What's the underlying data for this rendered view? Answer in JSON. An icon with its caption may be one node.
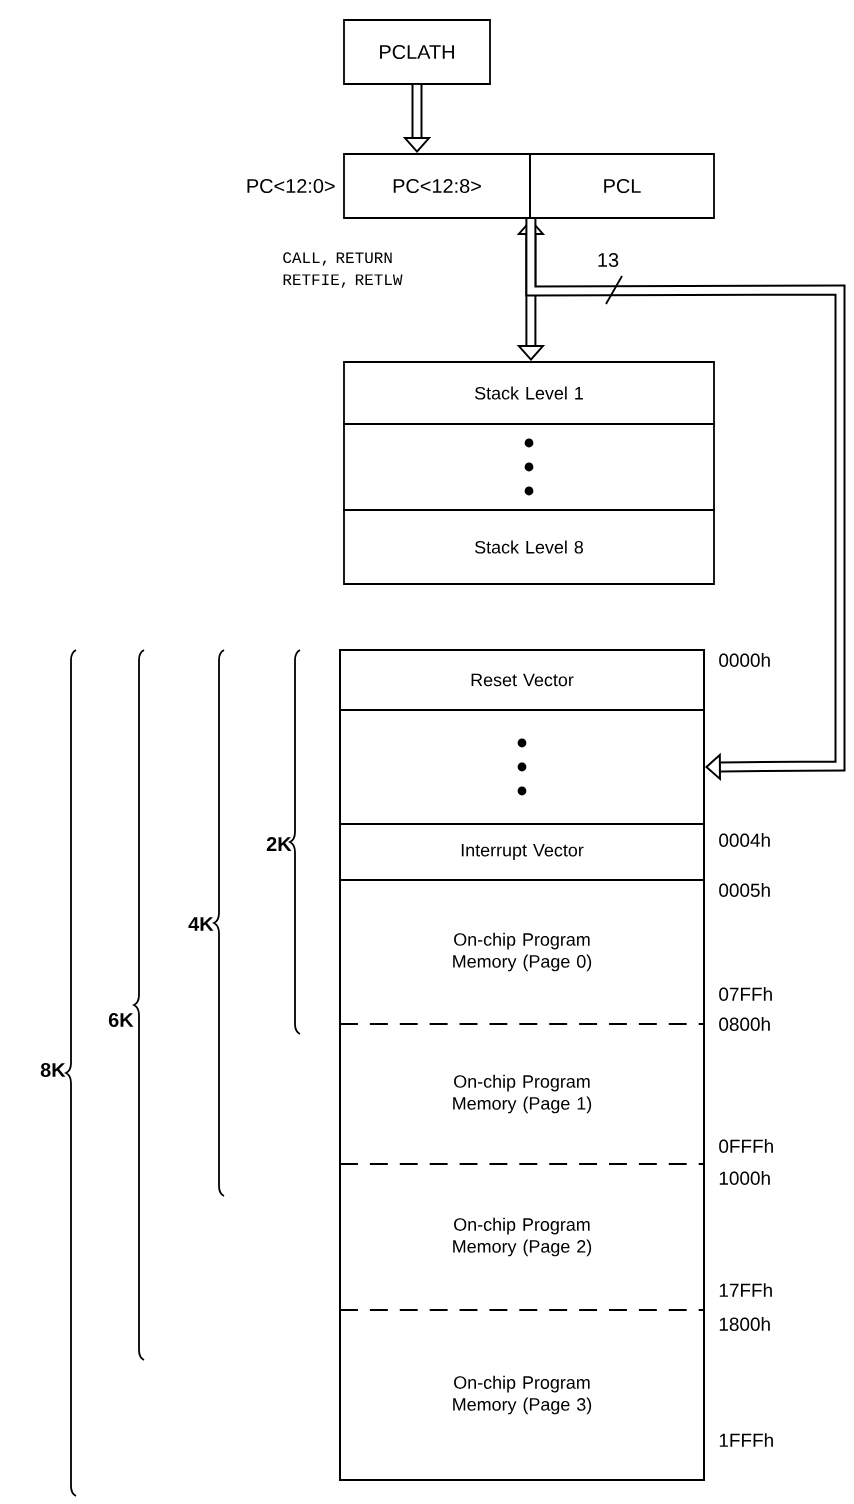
{
  "diagram": {
    "nodes": [
      {
        "text": [
          "PCLATH"
        ]
      },
      {
        "text": [
          "PC<12:8>"
        ],
        "beside": [
          "PC<12:0>"
        ]
      },
      {
        "text": [
          "PCL"
        ]
      },
      {
        "text": [
          "Stack Level 1"
        ]
      },
      {
        "text": [],
        "shape": "box"
      },
      {
        "text": [
          "Stack Level 8"
        ]
      },
      {
        "text": [
          "Reset Vector"
        ]
      },
      {
        "text": [],
        "shape": "box"
      },
      {
        "text": [
          "Interrupt Vector"
        ]
      },
      {
        "text": [
          "On-chip Program Memory (Page 0)"
        ]
      },
      {
        "text": [
          "On-chip Program Memory (Page 1)"
        ]
      },
      {
        "text": [
          "On-chip Program Memory (Page 2)"
        ]
      },
      {
        "text": [
          "On-chip Program Memory (Page 3)"
        ]
      }
    ],
    "edges": [
      {
        "from": 0,
        "to": 1,
        "arrow": "to"
      },
      {
        "from": 1,
        "to": 3,
        "arrow": "both"
      },
      {
        "from": 1,
        "to": 7,
        "arrow": "to",
        "label": "13"
      }
    ],
    "labels": [
      "CALL, RETURN RETFIE, RETLW",
      "0000h",
      "2K",
      "0004h",
      "0005h",
      "4K",
      "07FFh",
      "0800h",
      "6K",
      "8K",
      "0FFFh",
      "1000h",
      "17FFh",
      "1800h",
      "1FFFh"
    ]
  }
}
